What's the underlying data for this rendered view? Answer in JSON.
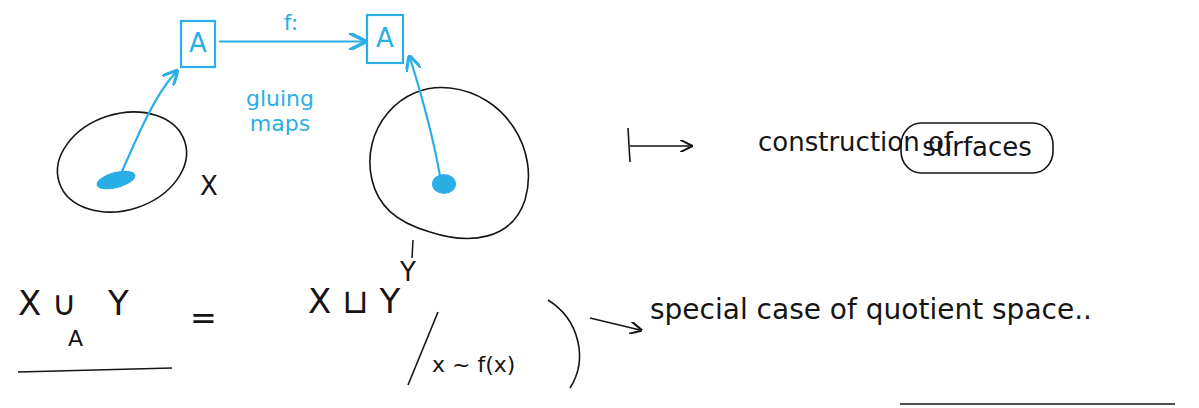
{
  "diagram": {
    "nodes": [
      {
        "text": [
          "A"
        ]
      },
      {
        "text": [
          "A"
        ]
      },
      {
        "text": [
          "surfaces"
        ]
      }
    ],
    "edges": [
      {
        "from": 0,
        "to": 1,
        "arrow": "to",
        "label": "f:"
      }
    ],
    "labels": [
      "gluing maps",
      "X",
      "Y",
      "construction of",
      "X ∪",
      "A",
      "Y",
      "=",
      "X ⊔ Y",
      "x ~ f(x)",
      "special case of quotient space.."
    ]
  }
}
